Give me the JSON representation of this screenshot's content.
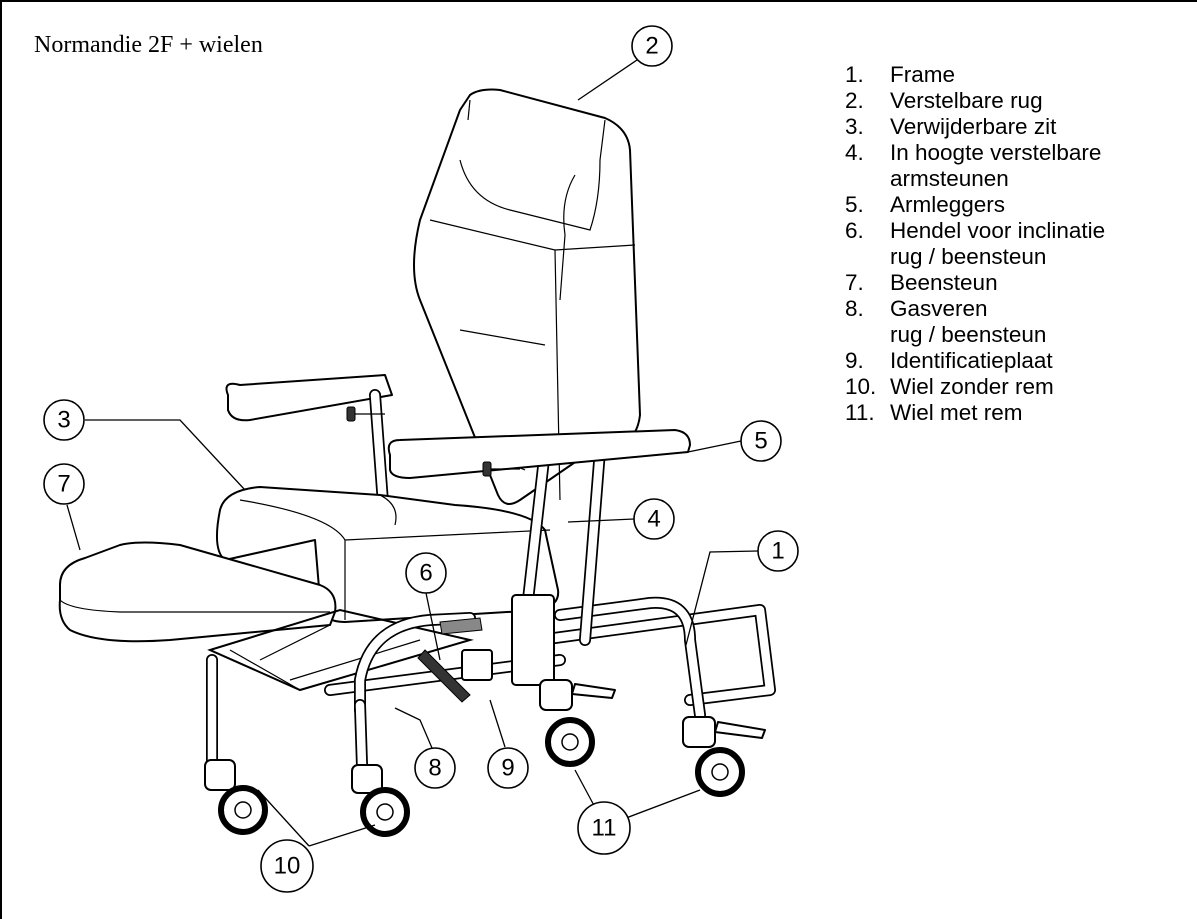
{
  "title": "Normandie 2F + wielen",
  "legend": [
    {
      "num": "1.",
      "label": "Frame"
    },
    {
      "num": "2.",
      "label": "Verstelbare rug"
    },
    {
      "num": "3.",
      "label": "Verwijderbare zit"
    },
    {
      "num": "4.",
      "label": "In hoogte verstelbare\narmsteunen"
    },
    {
      "num": "5.",
      "label": "Armleggers"
    },
    {
      "num": "6.",
      "label": "Hendel voor inclinatie\nrug / beensteun"
    },
    {
      "num": "7.",
      "label": "Beensteun"
    },
    {
      "num": "8.",
      "label": "Gasveren\nrug / beensteun"
    },
    {
      "num": "9.",
      "label": "Identificatieplaat"
    },
    {
      "num": "10.",
      "label": "Wiel zonder rem"
    },
    {
      "num": "11.",
      "label": "Wiel met rem"
    }
  ],
  "callouts": {
    "c1": "1",
    "c2": "2",
    "c3": "3",
    "c4": "4",
    "c5": "5",
    "c6": "6",
    "c7": "7",
    "c8": "8",
    "c9": "9",
    "c10": "10",
    "c11": "11"
  }
}
